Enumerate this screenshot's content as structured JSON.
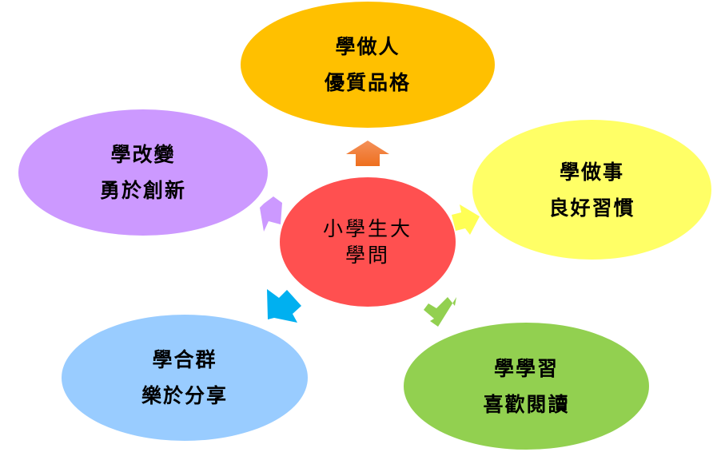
{
  "diagram": {
    "type": "radial-mind-map",
    "center": {
      "text": "小學生大學問",
      "line1": "小學生大",
      "line2": "學問",
      "color": "#FF5050"
    },
    "nodes": [
      {
        "id": "top",
        "line1": "學做人",
        "line2": "優質品格",
        "color": "#FFC000",
        "arrow_color": "#F07A2C",
        "direction": "up"
      },
      {
        "id": "right",
        "line1": "學做事",
        "line2": "良好習慣",
        "color": "#FFFF66",
        "arrow_color": "#FFFF55",
        "direction": "right"
      },
      {
        "id": "bottom-right",
        "line1": "學學習",
        "line2": "喜歡閱讀",
        "color": "#92D050",
        "arrow_color": "#92D050",
        "direction": "down-right"
      },
      {
        "id": "bottom-left",
        "line1": "學合群",
        "line2": "樂於分享",
        "color": "#99CCFF",
        "arrow_color": "#00B0F0",
        "direction": "down-left"
      },
      {
        "id": "left",
        "line1": "學改變",
        "line2": "勇於創新",
        "color": "#CC99FF",
        "arrow_color": "#CC99FF",
        "direction": "up-left"
      }
    ]
  }
}
